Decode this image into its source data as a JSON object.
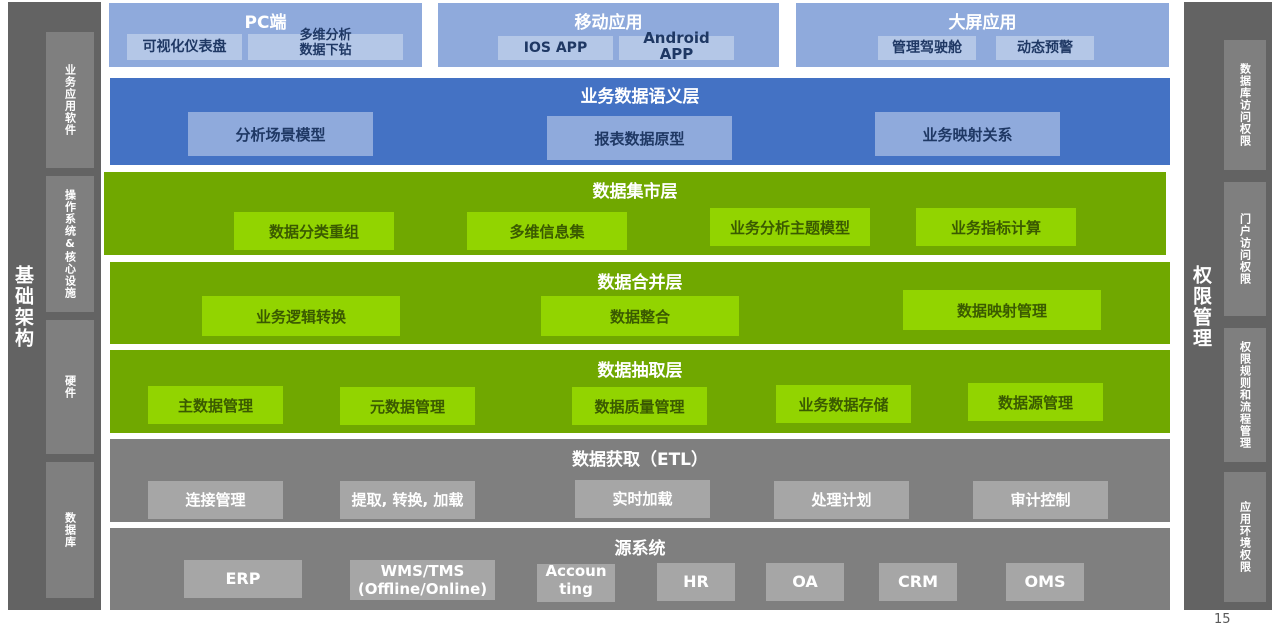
{
  "left_pillar": {
    "title": "基础架构",
    "items": [
      "业务应用软件",
      "操作系统&核心设施",
      "硬件",
      "数据库"
    ]
  },
  "right_pillar": {
    "title": "权限管理",
    "items": [
      "数据库访问权限",
      "门户访问权限",
      "权限规则和流程管理",
      "应用环境权限"
    ]
  },
  "apps": {
    "pc": {
      "title": "PC端",
      "items": [
        "可视化仪表盘",
        "多维分析\n数据下钻"
      ]
    },
    "mobile": {
      "title": "移动应用",
      "items": [
        "IOS APP",
        "Android\nAPP"
      ]
    },
    "screen": {
      "title": "大屏应用",
      "items": [
        "管理驾驶舱",
        "动态预警"
      ]
    }
  },
  "layers": {
    "semantic": {
      "title": "业务数据语义层",
      "items": [
        "分析场景模型",
        "报表数据原型",
        "业务映射关系"
      ]
    },
    "mart": {
      "title": "数据集市层",
      "items": [
        "数据分类重组",
        "多维信息集",
        "业务分析主题模型",
        "业务指标计算"
      ]
    },
    "merge": {
      "title": "数据合并层",
      "items": [
        "业务逻辑转换",
        "数据整合",
        "数据映射管理"
      ]
    },
    "extract": {
      "title": "数据抽取层",
      "items": [
        "主数据管理",
        "元数据管理",
        "数据质量管理",
        "业务数据存储",
        "数据源管理"
      ]
    },
    "etl": {
      "title": "数据获取（ETL）",
      "items": [
        "连接管理",
        "提取, 转换, 加载",
        "实时加载",
        "处理计划",
        "审计控制"
      ]
    },
    "source": {
      "title": "源系统",
      "items": [
        "ERP",
        "WMS/TMS\n(Offline/Online)",
        "Accoun\nting",
        "HR",
        "OA",
        "CRM",
        "OMS"
      ]
    }
  },
  "page_number": "15",
  "colors": {
    "pillar": "#636363",
    "pillar_box": "#7f7f7f",
    "app_bg": "#8faadc",
    "semantic_bg": "#4472c4",
    "green_bg": "#70a800",
    "green_item": "#92d400",
    "gray_bg": "#7f7f7f",
    "gray_item": "#a6a6a6"
  }
}
